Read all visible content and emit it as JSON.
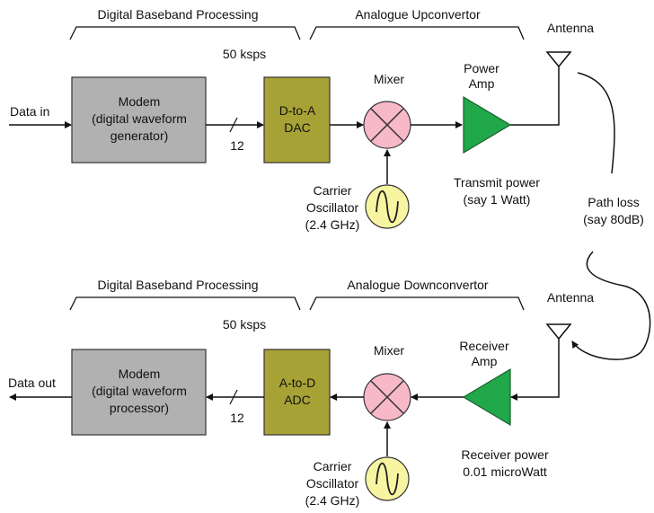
{
  "colors": {
    "modem": "#b1b1b1",
    "converter": "#a7a235",
    "mixer": "#f7b9c8",
    "oscillator": "#f8f5a2",
    "amplifier": "#20a84a",
    "line": "#111111"
  },
  "transmitter": {
    "section_digital": "Digital Baseband Processing",
    "section_analogue": "Analogue Upconvertor",
    "antenna_label": "Antenna",
    "rate": "50 ksps",
    "input_label": "Data in",
    "modem": [
      "Modem",
      "(digital waveform",
      "generator)"
    ],
    "bus_width": "12",
    "converter": [
      "D-to-A",
      "DAC"
    ],
    "mixer_label": "Mixer",
    "amp_label": [
      "Power",
      "Amp"
    ],
    "oscillator": [
      "Carrier",
      "Oscillator",
      "(2.4 GHz)"
    ],
    "power_note": [
      "Transmit power",
      "(say 1 Watt)"
    ]
  },
  "channel": {
    "path_loss": [
      "Path loss",
      "(say 80dB)"
    ]
  },
  "receiver": {
    "section_digital": "Digital Baseband Processing",
    "section_analogue": "Analogue Downconvertor",
    "antenna_label": "Antenna",
    "rate": "50 ksps",
    "output_label": "Data out",
    "modem": [
      "Modem",
      "(digital waveform",
      "processor)"
    ],
    "bus_width": "12",
    "converter": [
      "A-to-D",
      "ADC"
    ],
    "mixer_label": "Mixer",
    "amp_label": [
      "Receiver",
      "Amp"
    ],
    "oscillator": [
      "Carrier",
      "Oscillator",
      "(2.4 GHz)"
    ],
    "power_note": [
      "Receiver power",
      "0.01 microWatt"
    ]
  }
}
